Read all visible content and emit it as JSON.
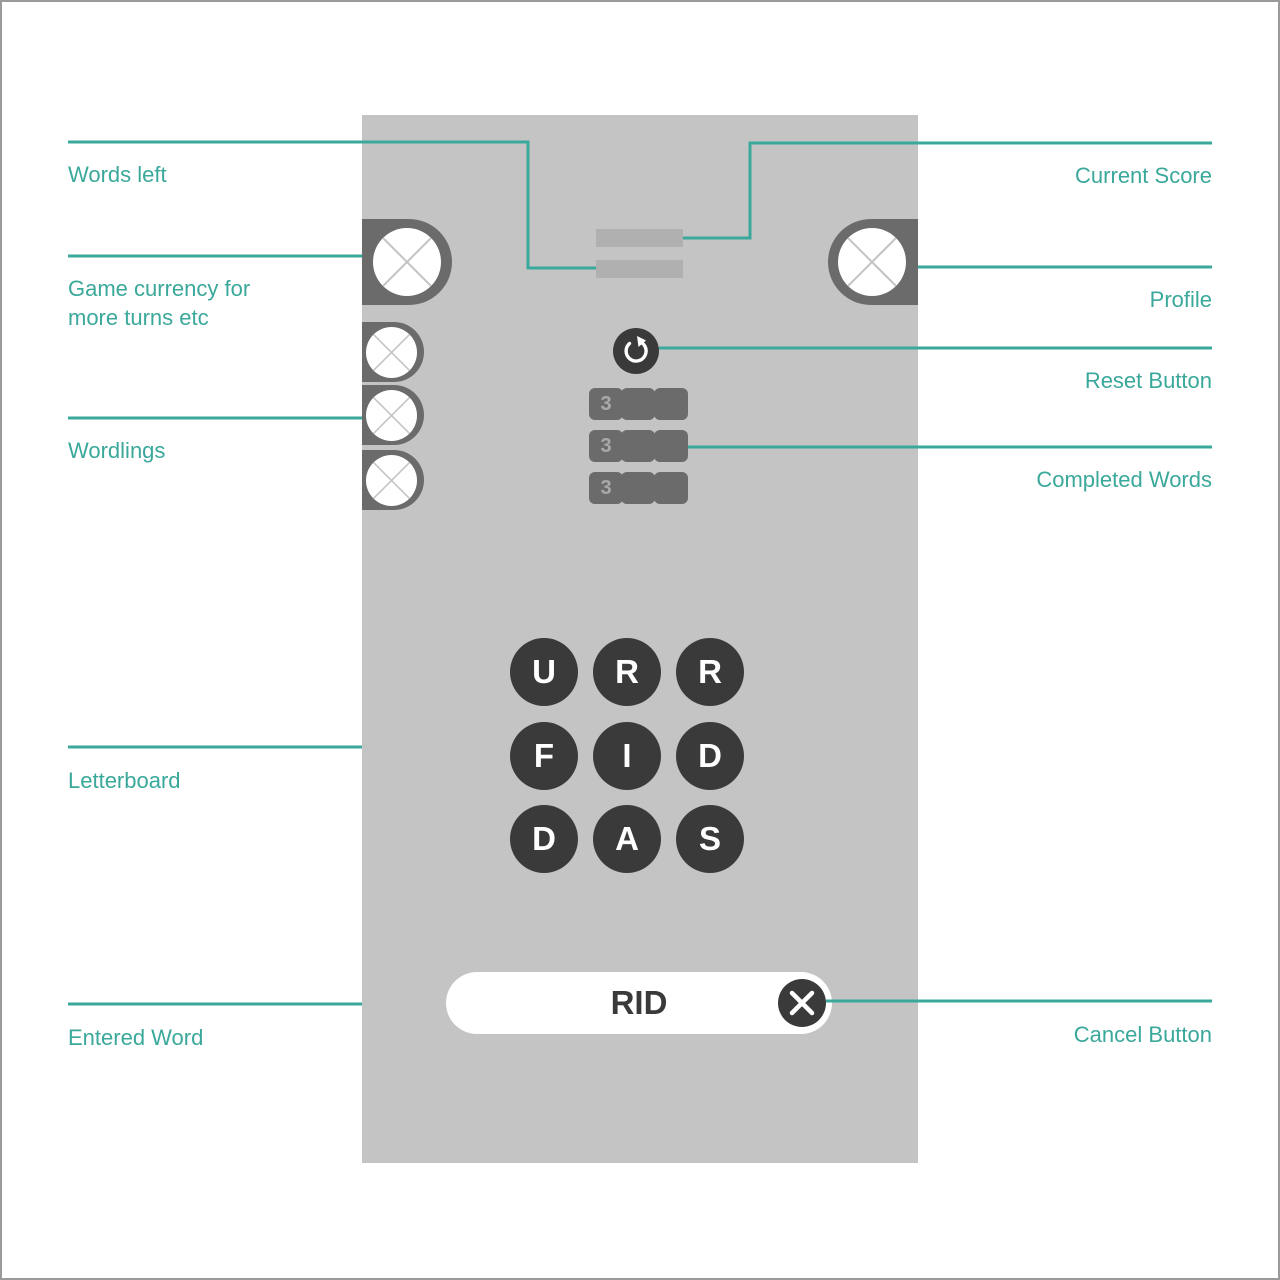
{
  "annotations": {
    "words_left": "Words left",
    "game_currency": "Game currency for\nmore turns etc",
    "wordlings": "Wordlings",
    "letterboard": "Letterboard",
    "entered_word": "Entered Word",
    "current_score": "Current Score",
    "profile": "Profile",
    "reset_button": "Reset Button",
    "completed_words": "Completed Words",
    "cancel_button": "Cancel Button"
  },
  "completed_words": [
    {
      "count": "3"
    },
    {
      "count": "3"
    },
    {
      "count": "3"
    }
  ],
  "letterboard": {
    "letters": [
      "U",
      "R",
      "R",
      "F",
      "I",
      "D",
      "D",
      "A",
      "S"
    ]
  },
  "entered_word": {
    "value": "RID"
  },
  "colors": {
    "annotation": "#3aa89a",
    "screen": "#c4c4c4",
    "dark": "#3a3a3a",
    "placeholder": "#6b6b6c"
  },
  "icons": {
    "image_placeholder": "crossed-circle-icon",
    "reset": "reset-icon",
    "cancel": "close-icon"
  }
}
